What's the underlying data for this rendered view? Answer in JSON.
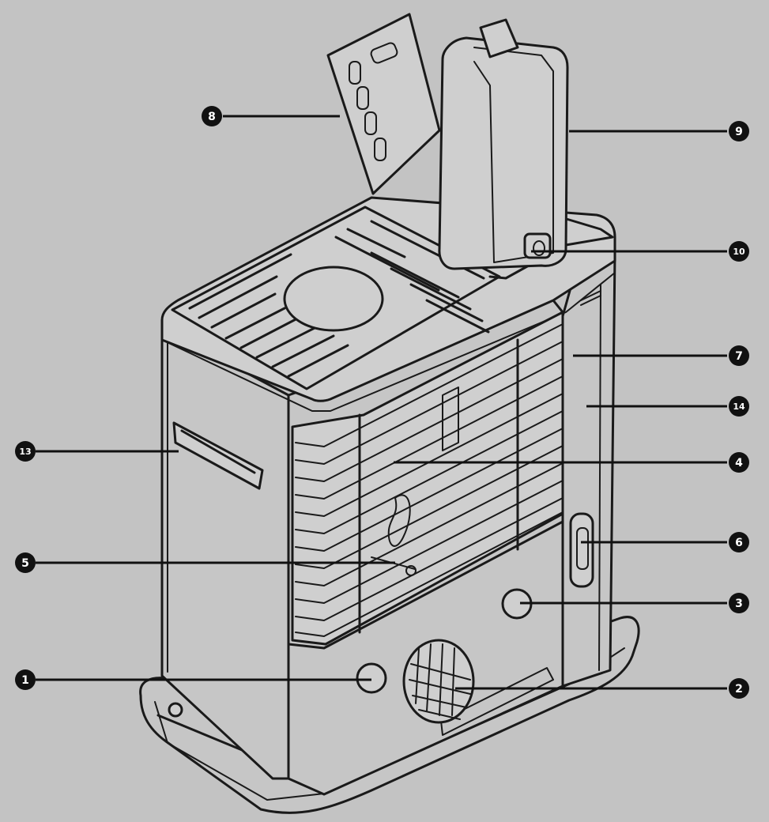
{
  "figure": {
    "callouts": [
      {
        "id": "c1",
        "label": "1"
      },
      {
        "id": "c2",
        "label": "2"
      },
      {
        "id": "c3",
        "label": "3"
      },
      {
        "id": "c4",
        "label": "4"
      },
      {
        "id": "c5",
        "label": "5"
      },
      {
        "id": "c6",
        "label": "6"
      },
      {
        "id": "c7",
        "label": "7"
      },
      {
        "id": "c8",
        "label": "8"
      },
      {
        "id": "c9",
        "label": "9"
      },
      {
        "id": "c10",
        "label": "10"
      },
      {
        "id": "c13",
        "label": "13"
      },
      {
        "id": "c14",
        "label": "14"
      }
    ]
  },
  "colors": {
    "background": "#c3c3c3",
    "linework": "#1a1a1a",
    "marker": "#111111",
    "marker_text": "#ffffff"
  }
}
